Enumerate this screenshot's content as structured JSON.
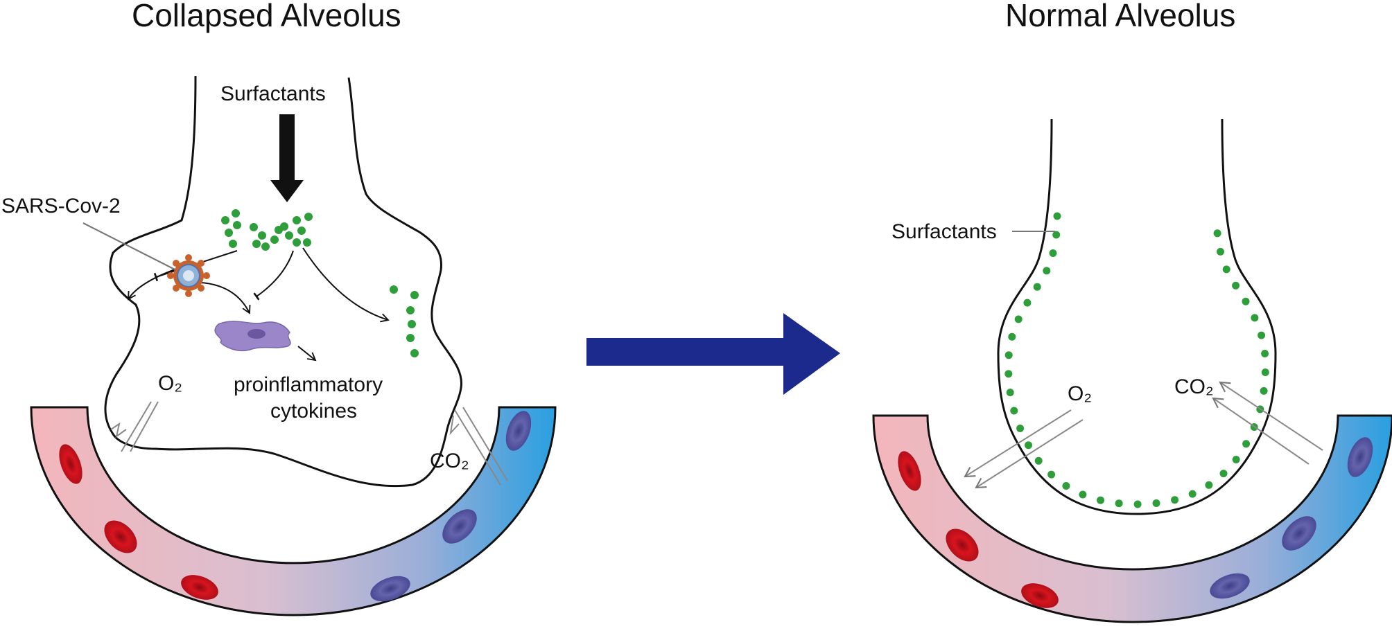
{
  "left_panel": {
    "title": "Collapsed Alveolus",
    "surfactants_label": "Surfactants",
    "virus_label": "SARS-Cov-2",
    "o2_label": "O₂",
    "co2_label": "CO₂",
    "cytokines_line1": "proinflammatory",
    "cytokines_line2": "cytokines"
  },
  "right_panel": {
    "title": "Normal Alveolus",
    "surfactants_label": "Surfactants",
    "o2_label": "O₂",
    "co2_label": "CO₂"
  },
  "colors": {
    "surfactant": "#2e9e3a",
    "transition_arrow": "#1b2a8c",
    "red_blood_cell": "#d8141e",
    "deoxy_blood_cell": "#5a5aa6",
    "vessel_oxygenated": "#f2b8bd",
    "vessel_deoxygenated": "#2a9fe0",
    "macrophage": "#9a86c9",
    "virus": "#c9612a"
  }
}
